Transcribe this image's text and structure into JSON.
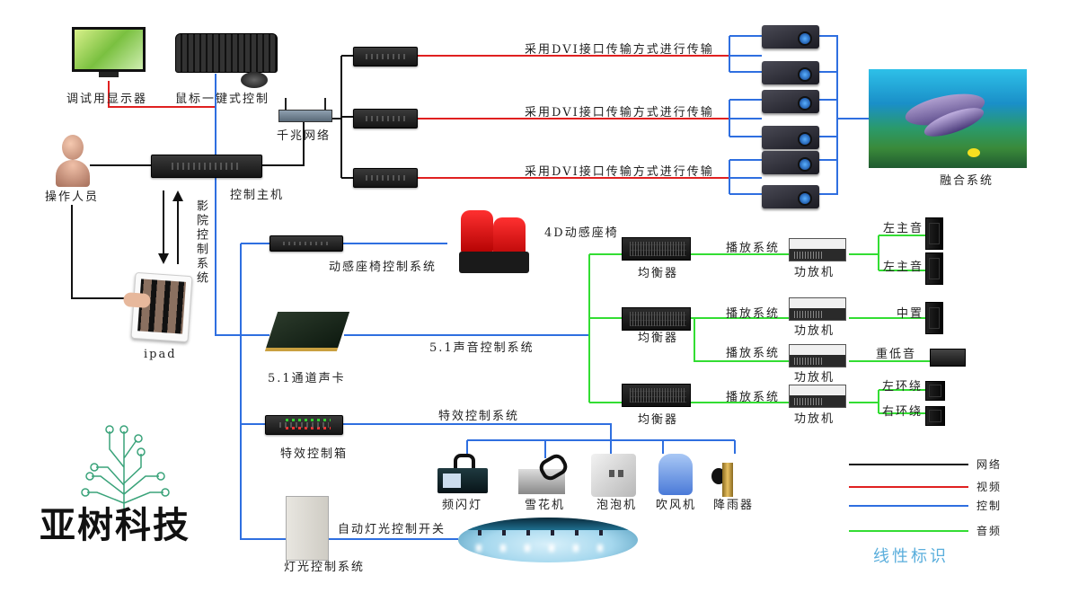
{
  "diagram": {
    "labels": {
      "debug_monitor": "调试用显示器",
      "keyboard_mouse": "鼠标一键式控制",
      "gigabit_network": "千兆网络",
      "operator": "操作人员",
      "control_host": "控制主机",
      "cinema_control": "影院控制系统",
      "ipad": "ipad",
      "dvi_1": "采用DVI接口传输方式进行传输",
      "dvi_2": "采用DVI接口传输方式进行传输",
      "dvi_3": "采用DVI接口传输方式进行传输",
      "fusion_system": "融合系统",
      "seat_4d": "4D动感座椅",
      "seat_control": "动感座椅控制系统",
      "sound_card": "5.1通道声卡",
      "sound_control": "5.1声音控制系统",
      "effects_control_system": "特效控制系统",
      "effects_box": "特效控制箱",
      "light_control_system": "灯光控制系统",
      "auto_light_switch": "自动灯光控制开关",
      "company": "亚树科技"
    },
    "audio_chain": {
      "equalizer": "均衡器",
      "playback": "播放系统",
      "amplifier": "功放机",
      "speakers": [
        "左主音",
        "左主音",
        "中置",
        "重低音",
        "左环绕",
        "右环绕"
      ]
    },
    "effects": [
      "频闪灯",
      "雪花机",
      "泡泡机",
      "吹风机",
      "降雨器"
    ],
    "legend": {
      "title": "线性标识",
      "items": [
        {
          "label": "网络",
          "color": "#111111"
        },
        {
          "label": "视频",
          "color": "#e02020"
        },
        {
          "label": "控制",
          "color": "#2f6fe0"
        },
        {
          "label": "音频",
          "color": "#33dd33"
        }
      ]
    },
    "colors": {
      "network": "#111111",
      "video": "#e02020",
      "control": "#2f6fe0",
      "audio": "#33dd33",
      "legend_title": "#5aaedc",
      "logo_tree": "#3aa37a"
    }
  }
}
